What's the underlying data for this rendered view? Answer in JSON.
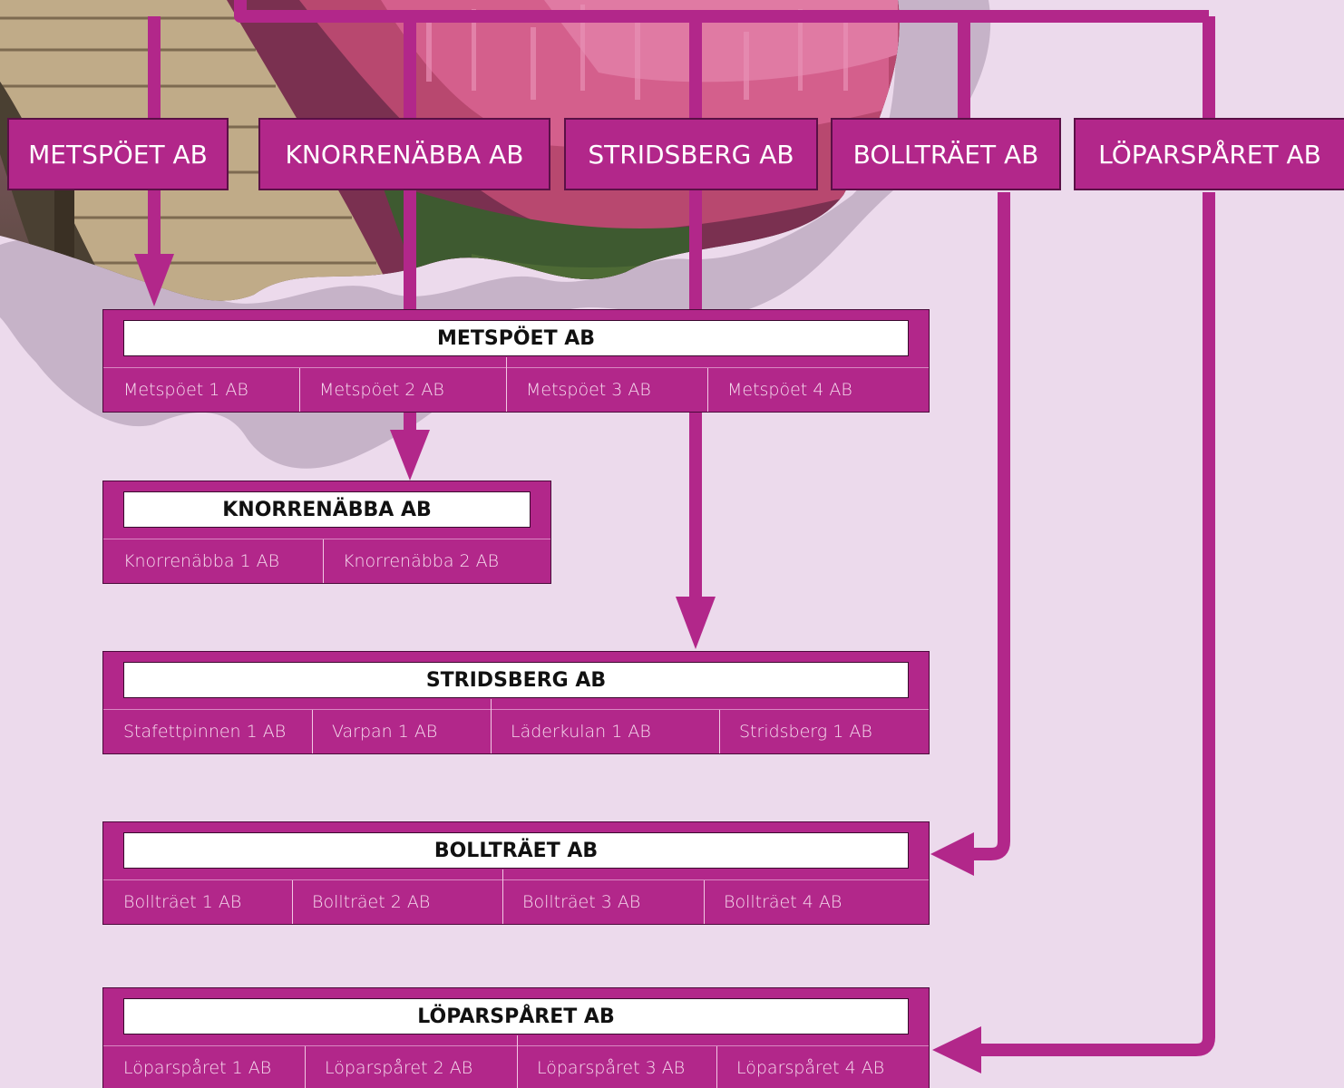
{
  "colors": {
    "background": "#ecdaec",
    "accent": "#b2278a",
    "box_border": "#5a1046",
    "title_fill": "#ffffff",
    "title_text": "#111111",
    "sub_text": "#f6dcee"
  },
  "decoration": {
    "photo": "wooden-boardwalk-with-pink-heather-photo",
    "shape": "grey-wave-shape"
  },
  "top_boxes": [
    {
      "label": "METSPÖET AB"
    },
    {
      "label": "KNORRENÄBBA AB"
    },
    {
      "label": "STRIDSBERG AB"
    },
    {
      "label": "BOLLTRÄET AB"
    },
    {
      "label": "LÖPARSPÅRET AB"
    }
  ],
  "companies": [
    {
      "title": "METSPÖET AB",
      "subsidiaries": [
        "Metspöet 1 AB",
        "Metspöet 2 AB",
        "Metspöet 3 AB",
        "Metspöet 4 AB"
      ]
    },
    {
      "title": "KNORRENÄBBA AB",
      "subsidiaries": [
        "Knorrenäbba 1 AB",
        "Knorrenäbba 2 AB"
      ]
    },
    {
      "title": "STRIDSBERG AB",
      "subsidiaries": [
        "Stafettpinnen 1 AB",
        "Varpan 1 AB",
        "Läderkulan 1 AB",
        "Stridsberg 1 AB"
      ]
    },
    {
      "title": "BOLLTRÄET AB",
      "subsidiaries": [
        "Bollträet 1 AB",
        "Bollträet 2 AB",
        "Bollträet 3 AB",
        "Bollträet 4 AB"
      ]
    },
    {
      "title": "LÖPARSPÅRET AB",
      "subsidiaries": [
        "Löparspåret 1 AB",
        "Löparspåret 2 AB",
        "Löparspåret 3 AB",
        "Löparspåret 4 AB"
      ]
    }
  ],
  "arrows": [
    {
      "from": "METSPÖET AB",
      "to": "METSPÖET AB"
    },
    {
      "from": "KNORRENÄBBA AB",
      "to": "KNORRENÄBBA AB"
    },
    {
      "from": "STRIDSBERG AB",
      "to": "STRIDSBERG AB"
    },
    {
      "from": "BOLLTRÄET AB",
      "to": "BOLLTRÄET AB"
    },
    {
      "from": "LÖPARSPÅRET AB",
      "to": "LÖPARSPÅRET AB"
    }
  ]
}
